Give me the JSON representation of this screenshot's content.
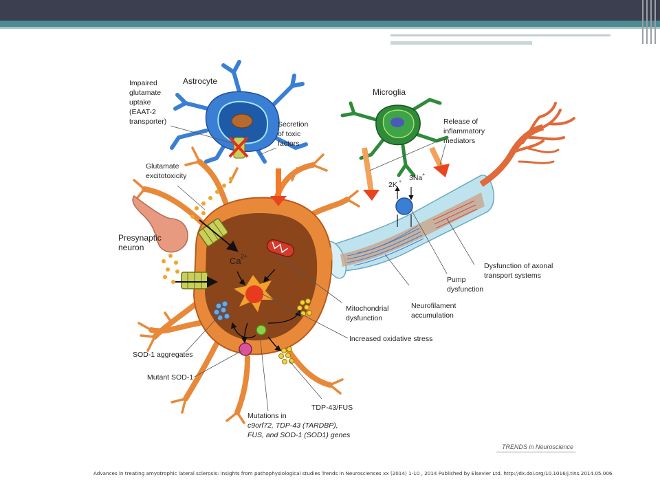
{
  "figure": {
    "labels": {
      "astrocyte": "Astrocyte",
      "microglia": "Microglia",
      "impaired_1": "Impaired",
      "impaired_2": "glutamate",
      "impaired_3": "uptake",
      "impaired_4": "(EAAT-2",
      "impaired_5": "transporter)",
      "secretion_1": "Secretion",
      "secretion_2": "of toxic",
      "secretion_3": "factors",
      "release_1": "Release of",
      "release_2": "inflammatory",
      "release_3": "mediators",
      "glutamate_1": "Glutamate",
      "glutamate_2": "excitotoxicity",
      "presynaptic_1": "Presynaptic",
      "presynaptic_2": "neuron",
      "ca": "Ca",
      "ca_sup": "2+",
      "k": "2K",
      "k_sup": "+",
      "na": "3Na",
      "na_sup": "+",
      "mito_1": "Mitochondrial",
      "mito_2": "dysfunction",
      "neurofil_1": "Neurofilament",
      "neurofil_2": "accumulation",
      "pump_1": "Pump",
      "pump_2": "dysfunction",
      "axonal_1": "Dysfunction of axonal",
      "axonal_2": "transport systems",
      "oxidative": "Increased oxidative stress",
      "sod_agg": "SOD-1 aggregates",
      "mutant_sod": "Mutant SOD-1",
      "tdp": "TDP-43/FUS",
      "mut_1": "Mutations in",
      "mut_2": "c9orf72, TDP-43 (TARDBP),",
      "mut_3": "FUS, and SOD-1 (SOD1) genes"
    },
    "journal": "TRENDS in Neuroscience",
    "caption": "Advances in treating amyotrophic lateral sclerosis: insights from pathophysiological studies Trends in Neurosciences xx (2014) 1-10 , 2014 Published by Elsevier Ltd. http://dx.doi.org/10.1016/j.tins.2014.05.006"
  },
  "colors": {
    "neuron": "#e8893a",
    "neuron_dark": "#b85a1e",
    "astrocyte": "#3b7fd4",
    "microglia": "#2f8a3a",
    "axon_sheath": "#bfe3ee",
    "header_bar": "#3c3f4f",
    "accent_teal": "#4e8a92"
  }
}
